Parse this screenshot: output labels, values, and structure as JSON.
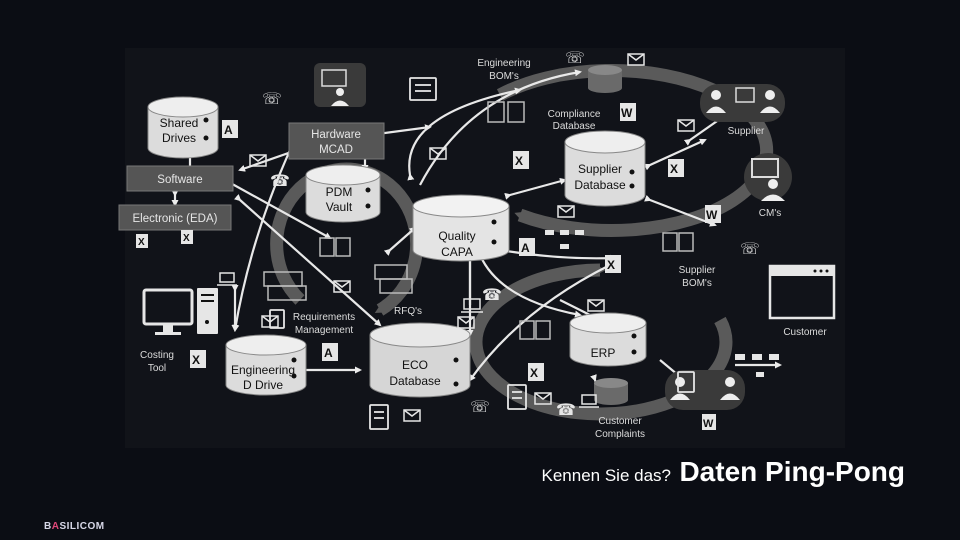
{
  "slide": {
    "slogan_prefix": "Kennen Sie das?",
    "slogan_main": "Daten Ping-Pong",
    "logo_part1": "B",
    "logo_accent": "A",
    "logo_part2": "SILICOM"
  },
  "diagram": {
    "databases": {
      "shared_drives": [
        "Shared",
        "Drives"
      ],
      "pdm_vault": [
        "PDM",
        "Vault"
      ],
      "quality_capa": [
        "Quality",
        "CAPA"
      ],
      "supplier_database": [
        "Supplier",
        "Database"
      ],
      "eco_database": [
        "ECO",
        "Database"
      ],
      "erp": [
        "ERP"
      ],
      "engineering_d_drive": [
        "Engineering",
        "D Drive"
      ]
    },
    "boxes": {
      "hardware_mcad": [
        "Hardware",
        "MCAD"
      ],
      "software": "Software",
      "electronic_eda": "Electronic (EDA)"
    },
    "labels": {
      "engineering_boms": [
        "Engineering",
        "BOM's"
      ],
      "compliance_database": [
        "Compliance",
        "Database"
      ],
      "supplier": "Supplier",
      "cms": "CM's",
      "supplier_boms": [
        "Supplier",
        "BOM's"
      ],
      "customer": "Customer",
      "rfqs": "RFQ's",
      "requirements_management": [
        "Requirements",
        "Management"
      ],
      "costing_tool": [
        "Costing",
        "Tool"
      ],
      "customer_complaints": [
        "Customer",
        "Complaints"
      ]
    },
    "colors": {
      "background": "#0b0d14",
      "arrow": "#e8e8e8",
      "database_fill": "#e0e0e0",
      "box_fill": "#555555",
      "flow_ring": "#5a5a5a"
    }
  }
}
